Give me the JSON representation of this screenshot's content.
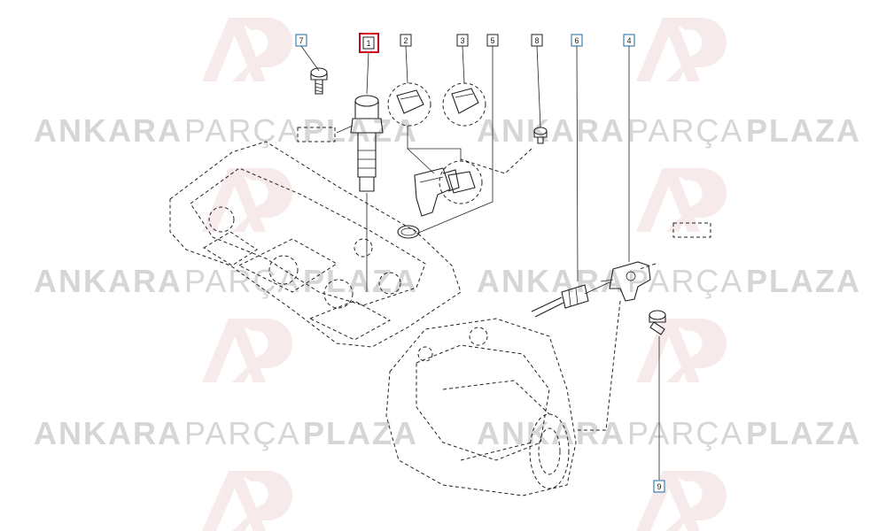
{
  "colors": {
    "callout_border": "#1b6a9c",
    "selected_highlight": "#d0021b",
    "watermark_text": "#d6d6d6",
    "watermark_logo": "#e7c5c5",
    "line_art": "#222222"
  },
  "watermark": {
    "word1": "ANKARA",
    "word2": "PARÇA",
    "word3": "PLAZA"
  },
  "callouts": {
    "c7": "7",
    "c1": "1",
    "c2": "2",
    "c3": "3",
    "c5": "5",
    "c8": "8",
    "c6": "6",
    "c4": "4",
    "c9": "9"
  },
  "selected_part": "1"
}
